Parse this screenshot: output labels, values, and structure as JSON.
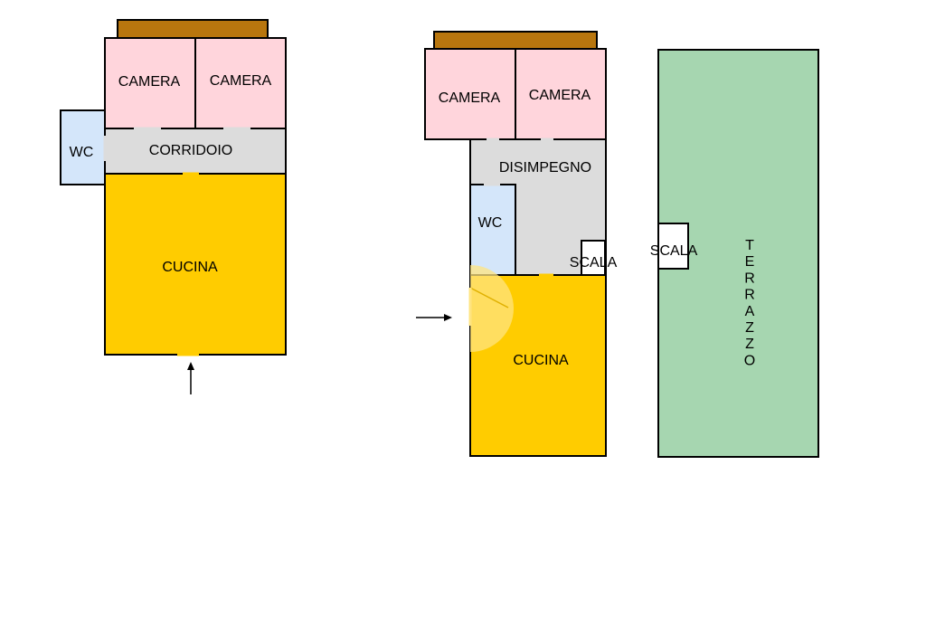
{
  "colors": {
    "camera": "#ffd5dc",
    "corridor": "#dcdcdc",
    "kitchen": "#ffcc00",
    "wc": "#d4e6fa",
    "terrace": "#a6d6b0",
    "balcony": "#b8760e",
    "stair": "#ffffff",
    "door_opening": "#ffe066",
    "arrow": "#000000"
  },
  "plan_left": {
    "camera_1": "CAMERA",
    "camera_2": "CAMERA",
    "wc": "WC",
    "corridor": "CORRIDOIO",
    "kitchen": "CUCINA"
  },
  "plan_right": {
    "camera_1": "CAMERA",
    "camera_2": "CAMERA",
    "hall": "DISIMPEGNO",
    "wc": "WC",
    "stair": "SCALA",
    "kitchen": "CUCINA"
  },
  "terrace": {
    "stair": "SCALA",
    "label": "TERRAZZO"
  }
}
